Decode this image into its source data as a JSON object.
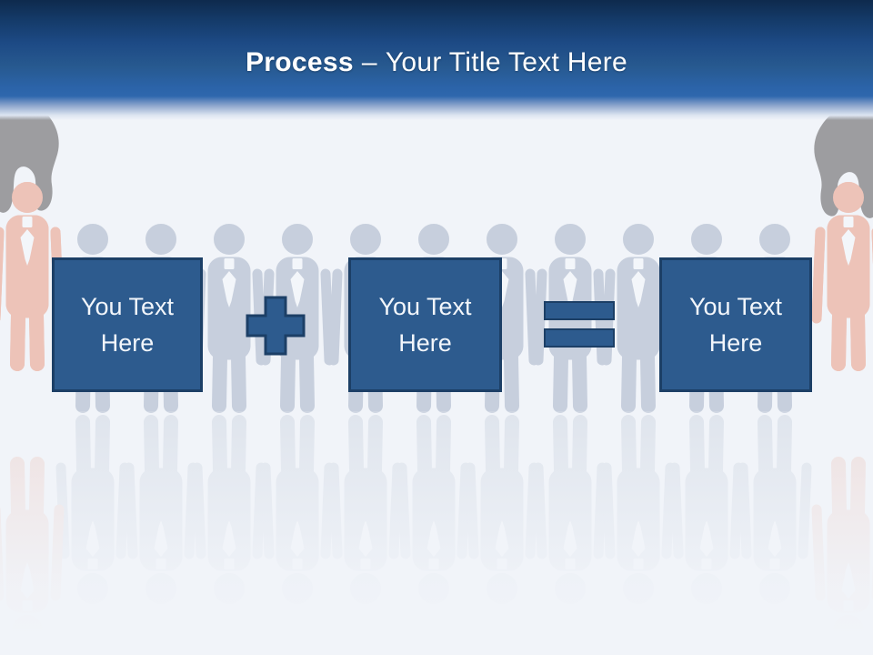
{
  "slide_title": {
    "keyword": "Process",
    "separator": "–",
    "text": "Your Title Text Here"
  },
  "process": {
    "boxes": [
      {
        "label": "You Text Here"
      },
      {
        "label": "You Text Here"
      },
      {
        "label": "You Text Here"
      }
    ],
    "operators": [
      {
        "name": "plus"
      },
      {
        "name": "equals"
      }
    ]
  },
  "scene": {
    "row_figure_count": 11,
    "picked_figure_count": 2,
    "has_reflection": true
  },
  "colors": {
    "header_top": "#0e2a4d",
    "header_blue": "#2b63a8",
    "background": "#f1f4f9",
    "box_fill": "#2d5b8e",
    "box_border": "#1c3f66",
    "box_text": "#f2f6fb",
    "figure_blue": "#c7cfdd",
    "figure_red": "#edc3b8",
    "hand_gray": "#9d9da0",
    "title_text": "#ffffff"
  }
}
